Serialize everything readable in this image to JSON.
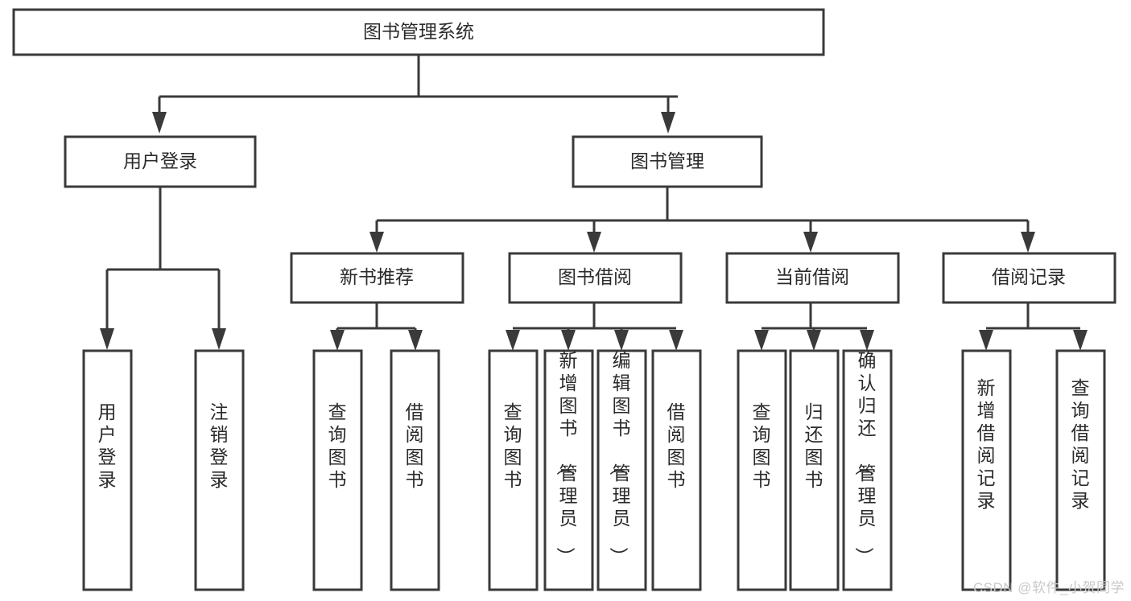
{
  "diagram": {
    "title": "图书管理系统",
    "type": "tree",
    "orientation": "top-down",
    "colors": {
      "box_stroke": "#3a3a3a",
      "box_fill": "#ffffff",
      "connector": "#3a3a3a",
      "text": "#2b2b2b",
      "background": "#ffffff",
      "watermark": "#c9c9c9"
    },
    "nodes": {
      "root": {
        "label": "图书管理系统",
        "level": 0,
        "orient": "horizontal"
      },
      "user_login": {
        "label": "用户登录",
        "level": 1,
        "orient": "horizontal"
      },
      "book_manage": {
        "label": "图书管理",
        "level": 1,
        "orient": "horizontal"
      },
      "new_book_rec": {
        "label": "新书推荐",
        "level": 2,
        "orient": "horizontal"
      },
      "book_borrow": {
        "label": "图书借阅",
        "level": 2,
        "orient": "horizontal"
      },
      "current_borrow": {
        "label": "当前借阅",
        "level": 2,
        "orient": "horizontal"
      },
      "borrow_record": {
        "label": "借阅记录",
        "level": 2,
        "orient": "horizontal"
      },
      "leaf_user_login": {
        "label": "用户登录",
        "level": 2,
        "orient": "vertical"
      },
      "leaf_logout": {
        "label": "注销登录",
        "level": 2,
        "orient": "vertical"
      },
      "leaf_query_book_1": {
        "label": "查询图书",
        "level": 3,
        "orient": "vertical"
      },
      "leaf_borrow_book_1": {
        "label": "借阅图书",
        "level": 3,
        "orient": "vertical"
      },
      "leaf_query_book_2": {
        "label": "查询图书",
        "level": 3,
        "orient": "vertical"
      },
      "leaf_add_book": {
        "label": "新增图书（管理员）",
        "level": 3,
        "orient": "vertical"
      },
      "leaf_edit_book": {
        "label": "编辑图书（管理员）",
        "level": 3,
        "orient": "vertical"
      },
      "leaf_borrow_book_2": {
        "label": "借阅图书",
        "level": 3,
        "orient": "vertical"
      },
      "leaf_query_book_3": {
        "label": "查询图书",
        "level": 3,
        "orient": "vertical"
      },
      "leaf_return_book": {
        "label": "归还图书",
        "level": 3,
        "orient": "vertical"
      },
      "leaf_confirm_return": {
        "label": "确认归还（管理员）",
        "level": 3,
        "orient": "vertical"
      },
      "leaf_add_record": {
        "label": "新增借阅记录",
        "level": 3,
        "orient": "vertical"
      },
      "leaf_query_record": {
        "label": "查询借阅记录",
        "level": 3,
        "orient": "vertical"
      }
    },
    "edges": [
      {
        "from": "root",
        "to": "user_login"
      },
      {
        "from": "root",
        "to": "book_manage"
      },
      {
        "from": "user_login",
        "to": "leaf_user_login"
      },
      {
        "from": "user_login",
        "to": "leaf_logout"
      },
      {
        "from": "book_manage",
        "to": "new_book_rec"
      },
      {
        "from": "book_manage",
        "to": "book_borrow"
      },
      {
        "from": "book_manage",
        "to": "current_borrow"
      },
      {
        "from": "book_manage",
        "to": "borrow_record"
      },
      {
        "from": "new_book_rec",
        "to": "leaf_query_book_1"
      },
      {
        "from": "new_book_rec",
        "to": "leaf_borrow_book_1"
      },
      {
        "from": "book_borrow",
        "to": "leaf_query_book_2"
      },
      {
        "from": "book_borrow",
        "to": "leaf_add_book"
      },
      {
        "from": "book_borrow",
        "to": "leaf_edit_book"
      },
      {
        "from": "book_borrow",
        "to": "leaf_borrow_book_2"
      },
      {
        "from": "current_borrow",
        "to": "leaf_query_book_3"
      },
      {
        "from": "current_borrow",
        "to": "leaf_return_book"
      },
      {
        "from": "current_borrow",
        "to": "leaf_confirm_return"
      },
      {
        "from": "borrow_record",
        "to": "leaf_add_record"
      },
      {
        "from": "borrow_record",
        "to": "leaf_query_record"
      }
    ]
  },
  "watermark": {
    "text": "CSDN @软件_小贺同学"
  }
}
